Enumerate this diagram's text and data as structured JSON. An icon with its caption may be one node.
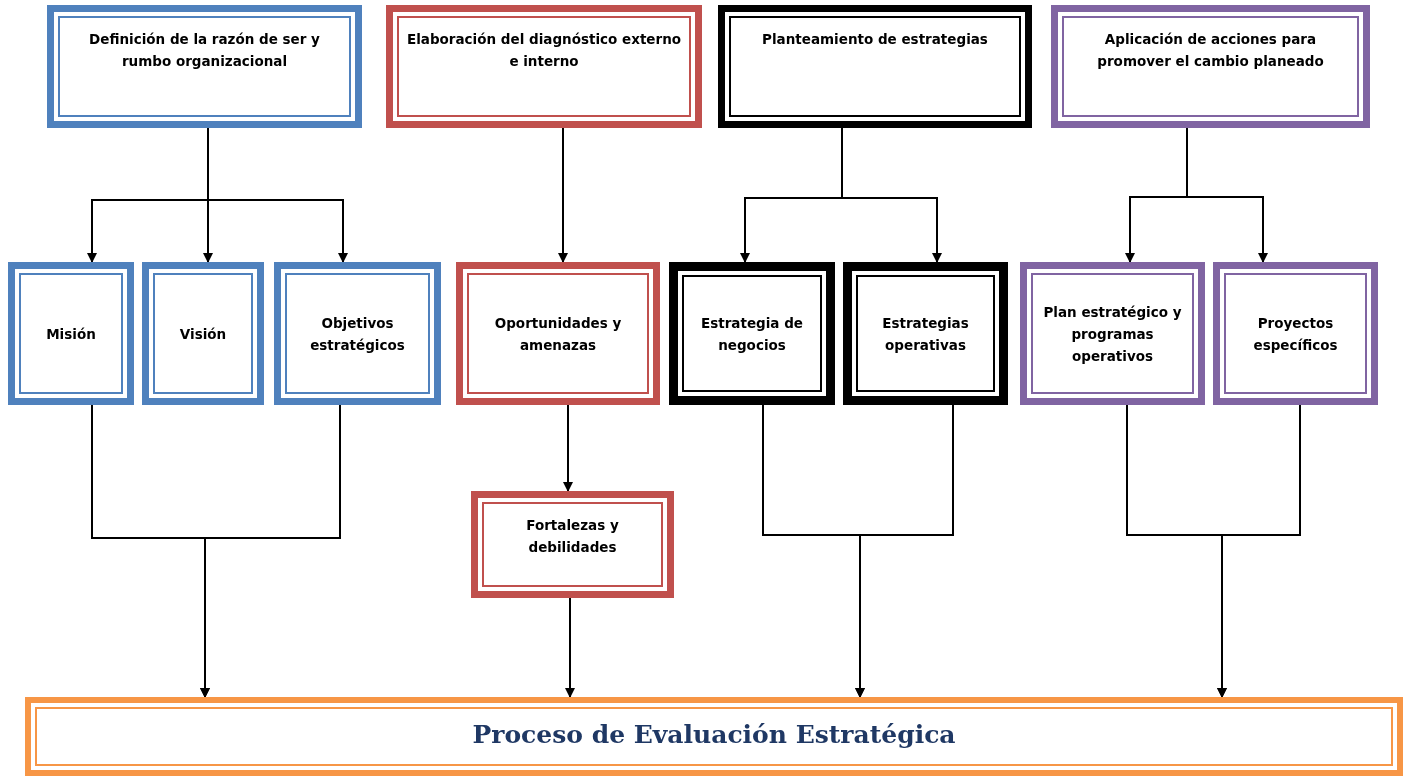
{
  "diagram": {
    "nodes": [
      {
        "text": [
          "Definición de la razón de ser y rumbo organizacional"
        ]
      },
      {
        "text": [
          "Elaboración del diagnóstico externo e interno"
        ]
      },
      {
        "text": [
          "Planteamiento de estrategias"
        ]
      },
      {
        "text": [
          "Aplicación de acciones para promover el cambio planeado"
        ]
      },
      {
        "text": [
          "Misión"
        ]
      },
      {
        "text": [
          "Visión"
        ]
      },
      {
        "text": [
          "Objetivos estratégicos"
        ]
      },
      {
        "text": [
          "Oportunidades y amenazas"
        ]
      },
      {
        "text": [
          "Estrategia de negocios"
        ]
      },
      {
        "text": [
          "Estrategias operativas"
        ]
      },
      {
        "text": [
          "Plan estratégico y programas operativos"
        ]
      },
      {
        "text": [
          "Proyectos específicos"
        ]
      },
      {
        "text": [
          "Fortalezas y debilidades"
        ]
      },
      {
        "text": [
          "Proceso de Evaluación Estratégica"
        ]
      }
    ],
    "edges": [
      {
        "from": 0,
        "to": 4,
        "arrow": "to"
      },
      {
        "from": 0,
        "to": 5,
        "arrow": "to"
      },
      {
        "from": 0,
        "to": 6,
        "arrow": "to"
      },
      {
        "from": 1,
        "to": 7,
        "arrow": "to"
      },
      {
        "from": 2,
        "to": 8,
        "arrow": "to"
      },
      {
        "from": 2,
        "to": 9,
        "arrow": "to"
      },
      {
        "from": 3,
        "to": 10,
        "arrow": "to"
      },
      {
        "from": 3,
        "to": 11,
        "arrow": "to"
      },
      {
        "from": 7,
        "to": 12,
        "arrow": "to"
      },
      {
        "from": 4,
        "to": 13,
        "arrow": "to"
      },
      {
        "from": 6,
        "to": 13,
        "arrow": "to"
      },
      {
        "from": 12,
        "to": 13,
        "arrow": "to"
      },
      {
        "from": 8,
        "to": 13,
        "arrow": "to"
      },
      {
        "from": 9,
        "to": 13,
        "arrow": "to"
      },
      {
        "from": 10,
        "to": 13,
        "arrow": "to"
      },
      {
        "from": 11,
        "to": 13,
        "arrow": "to"
      }
    ]
  }
}
